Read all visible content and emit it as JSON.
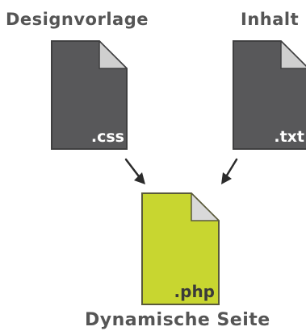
{
  "labels": {
    "design_template": "Designvorlage",
    "content": "Inhalt",
    "dynamic_page": "Dynamische Seite"
  },
  "files": {
    "css_ext": ".css",
    "txt_ext": ".txt",
    "php_ext": ".php"
  },
  "colors": {
    "dark_file": "#58585a",
    "dark_fold": "#cfcfcf",
    "green_file": "#c8d630",
    "green_fold": "#d9d9d9",
    "label_text": "#555555",
    "arrow": "#2b2b2b"
  },
  "icons": {
    "file": "file-icon",
    "arrow": "arrow-icon"
  }
}
